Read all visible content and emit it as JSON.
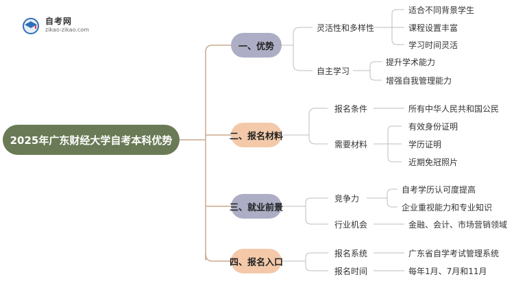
{
  "logo": {
    "title": "自考网",
    "url": "zikao-zikao.com"
  },
  "root": "2025年广东财经大学自考本科优势",
  "branches": [
    {
      "label": "一、优势",
      "children": [
        {
          "label": "灵活性和多样性",
          "leaves": [
            "适合不同背景学生",
            "课程设置丰富",
            "学习时间灵活"
          ]
        },
        {
          "label": "自主学习",
          "leaves": [
            "提升学术能力",
            "增强自我管理能力"
          ]
        }
      ]
    },
    {
      "label": "二、报名材料",
      "children": [
        {
          "label": "报名条件",
          "leaves": [
            "所有中华人民共和国公民"
          ]
        },
        {
          "label": "需要材料",
          "leaves": [
            "有效身份证明",
            "学历证明",
            "近期免冠照片"
          ]
        }
      ]
    },
    {
      "label": "三、就业前景",
      "children": [
        {
          "label": "竞争力",
          "leaves": [
            "自考学历认可度提高",
            "企业重视能力和专业知识"
          ]
        },
        {
          "label": "行业机会",
          "leaves": [
            "金融、会计、市场营销领域"
          ]
        }
      ]
    },
    {
      "label": "四、报名入口",
      "children": [
        {
          "label": "报名系统",
          "leaves": [
            "广东省自学考试管理系统"
          ]
        },
        {
          "label": "报名时间",
          "leaves": [
            "每年1月、7月和11月"
          ]
        }
      ]
    }
  ],
  "colors": {
    "root": "#6a7a56",
    "branch_a": "#adaec5",
    "branch_b": "#f3c9aa",
    "line_root": "#c9a88e",
    "line_branch": "#bdbdbd"
  }
}
